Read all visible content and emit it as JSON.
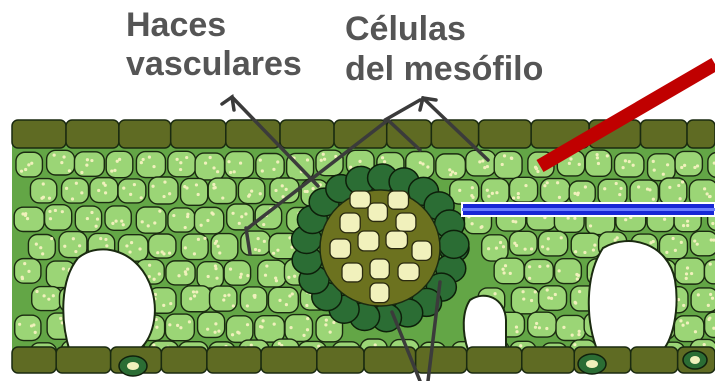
{
  "labels": {
    "vascular_line1": "Haces",
    "vascular_line2": "vasculares",
    "mesophyll_line1": "Células",
    "mesophyll_line2": "del mesófilo"
  },
  "colors": {
    "epidermis": "#5f6b23",
    "mesophyll_bg": "#63a646",
    "mesophyll_cell": "#9bd576",
    "bundle_sheath": "#2b6d34",
    "xylem_region": "#6c721f",
    "xylem_cell": "#f1f1bc",
    "arrows": "#3b3b3b",
    "red_pointer": "#c00000",
    "blue_pointer": "#1727d6"
  }
}
